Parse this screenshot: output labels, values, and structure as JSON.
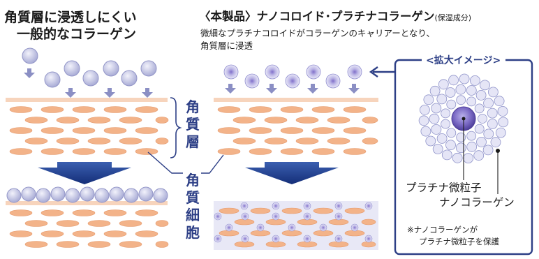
{
  "left_title": [
    "角質層に浸透しにくい",
    "一般的なコラーゲン"
  ],
  "right_title": "〈本製品〉ナノコロイド･プラチナコラーゲン",
  "right_title_note": "(保湿成分)",
  "right_desc": [
    "微細なプラチナコロイドがコラーゲンのキャリアーとなり、",
    "角質層に浸透"
  ],
  "label_stratum_corneum": "角質層",
  "label_corneocyte": "角質細胞",
  "zoom_title": "<拡大イメージ>",
  "zoom_label_platinum": "プラチナ微粒子",
  "zoom_label_nanocollagen": "ナノコラーゲン",
  "zoom_note": [
    "※ナノコラーゲンが",
    "プラチナ微粒子を保護"
  ],
  "colors": {
    "accent_blue": "#2d3f86",
    "arrow_blue": "#1f3c8f",
    "cell_orange": "#f3b389",
    "collagen_lilac": "#c4c6e6",
    "platinum_purple": "#6b5bb5"
  }
}
